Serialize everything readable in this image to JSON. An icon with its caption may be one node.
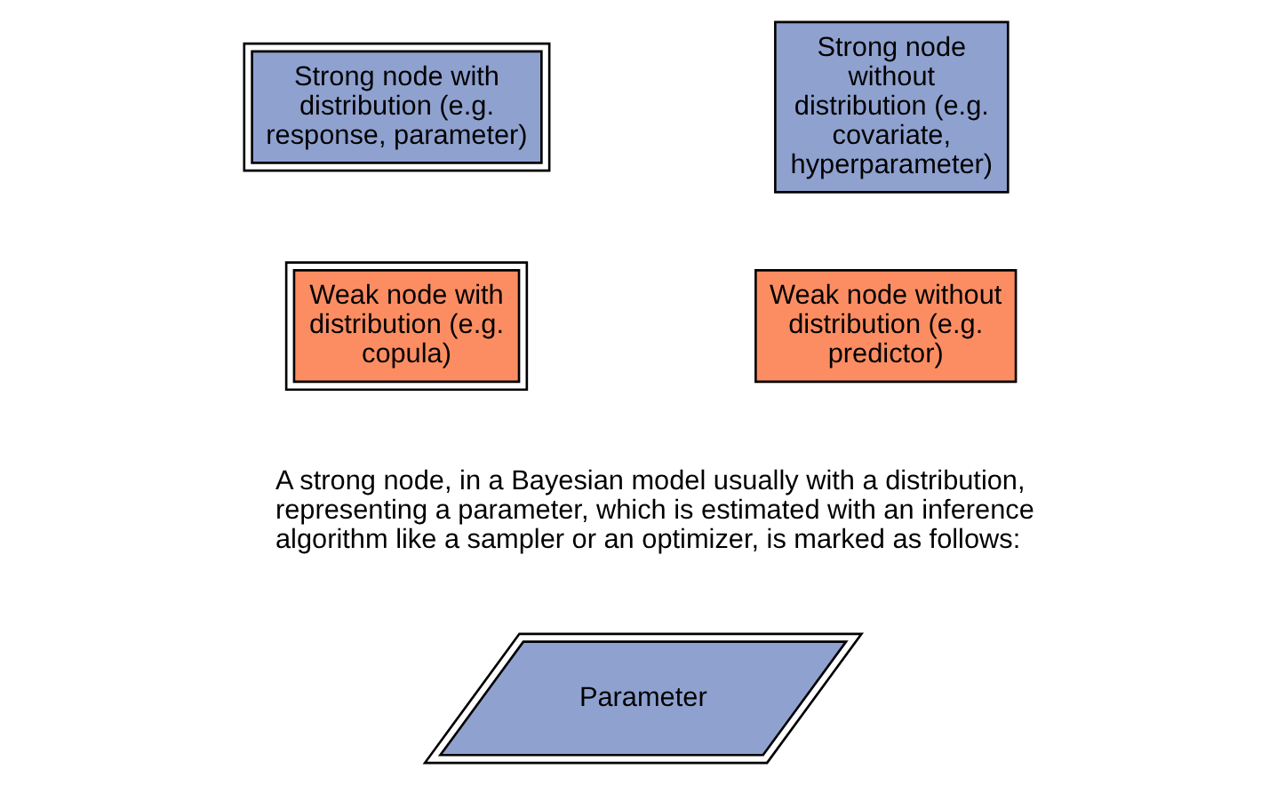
{
  "diagram": {
    "nodes": [
      {
        "text": [
          "Strong node with distribution (e.g. response, parameter)"
        ]
      },
      {
        "text": [
          "Strong node without distribution (e.g. covariate, hyperparameter)"
        ]
      },
      {
        "text": [
          "Weak node with distribution (e.g. copula)"
        ]
      },
      {
        "text": [
          "Weak node without distribution (e.g. predictor)"
        ]
      },
      {
        "text": [
          "Parameter"
        ]
      }
    ],
    "labels": [
      "A strong node, in a Bayesian model usually with a distribution, representing a parameter, which is estimated with an inference algorithm like a sampler or an optimizer, is marked as follows:"
    ]
  }
}
